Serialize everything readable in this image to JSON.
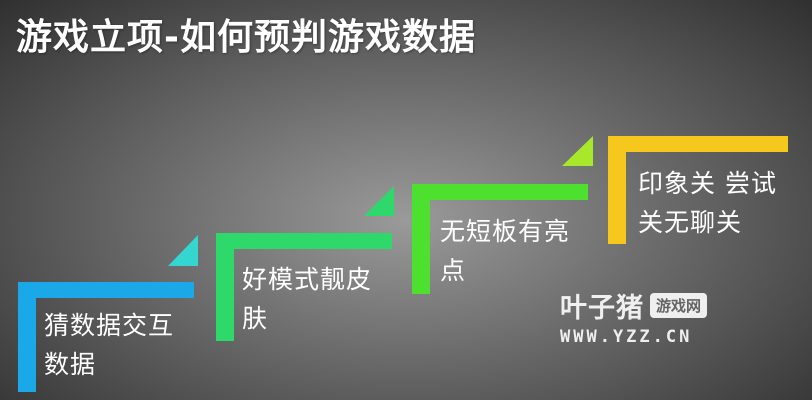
{
  "title": "游戏立项-如何预判游戏数据",
  "steps": [
    {
      "text": "猜数据交互数据",
      "color": "#1aa8e8"
    },
    {
      "text": "好模式靓皮肤",
      "color": "#2fd86b"
    },
    {
      "text": "无短板有亮点",
      "color": "#4ee02e"
    },
    {
      "text": "印象关 尝试关无聊关",
      "color": "#f6c81e"
    }
  ],
  "watermark": {
    "logo": "叶子猪",
    "badge": "游戏网",
    "url": "WWW.YZZ.CN"
  }
}
